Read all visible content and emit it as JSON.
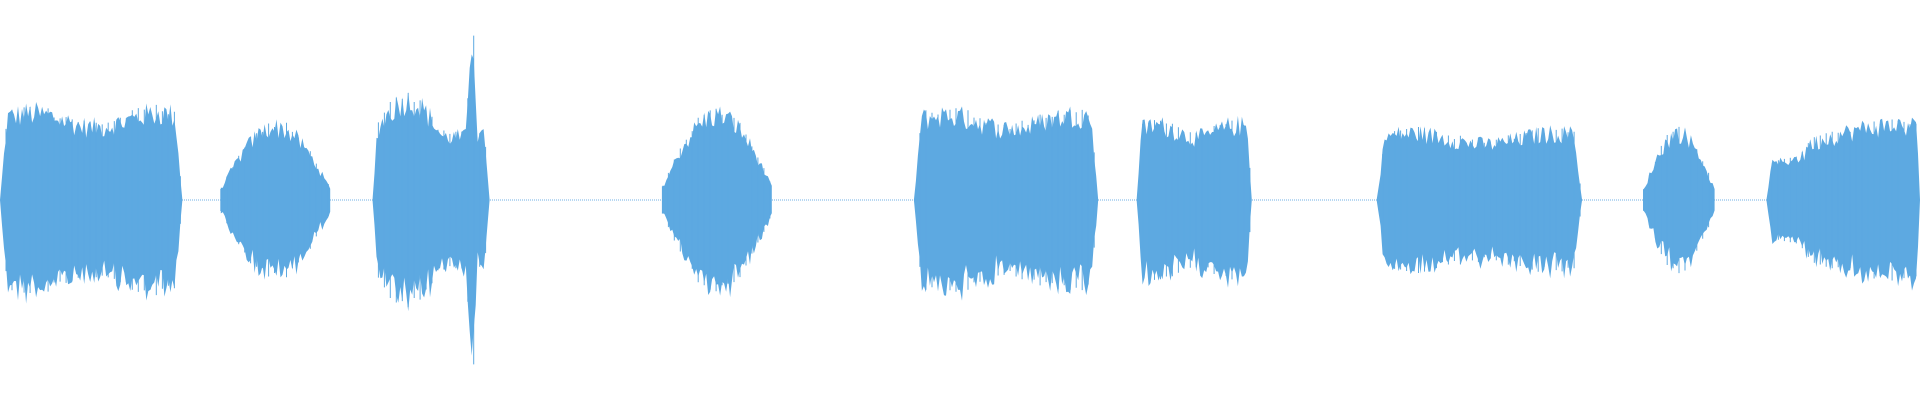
{
  "waveform": {
    "color": "#5DA9E1",
    "background": "#ffffff",
    "segments": [
      {
        "start": 0.0,
        "end": 0.095,
        "amp": 0.43,
        "shape": "flat"
      },
      {
        "start": 0.115,
        "end": 0.172,
        "amp": 0.36,
        "shape": "bulge"
      },
      {
        "start": 0.194,
        "end": 0.255,
        "amp": 0.82,
        "shape": "spike"
      },
      {
        "start": 0.345,
        "end": 0.402,
        "amp": 0.42,
        "shape": "bulge"
      },
      {
        "start": 0.476,
        "end": 0.572,
        "amp": 0.42,
        "shape": "flat"
      },
      {
        "start": 0.592,
        "end": 0.652,
        "amp": 0.37,
        "shape": "flat"
      },
      {
        "start": 0.717,
        "end": 0.824,
        "amp": 0.33,
        "shape": "flat"
      },
      {
        "start": 0.856,
        "end": 0.893,
        "amp": 0.33,
        "shape": "bulge"
      },
      {
        "start": 0.92,
        "end": 1.0,
        "amp": 0.37,
        "shape": "ramp"
      }
    ],
    "silence_amp": 0.01
  }
}
